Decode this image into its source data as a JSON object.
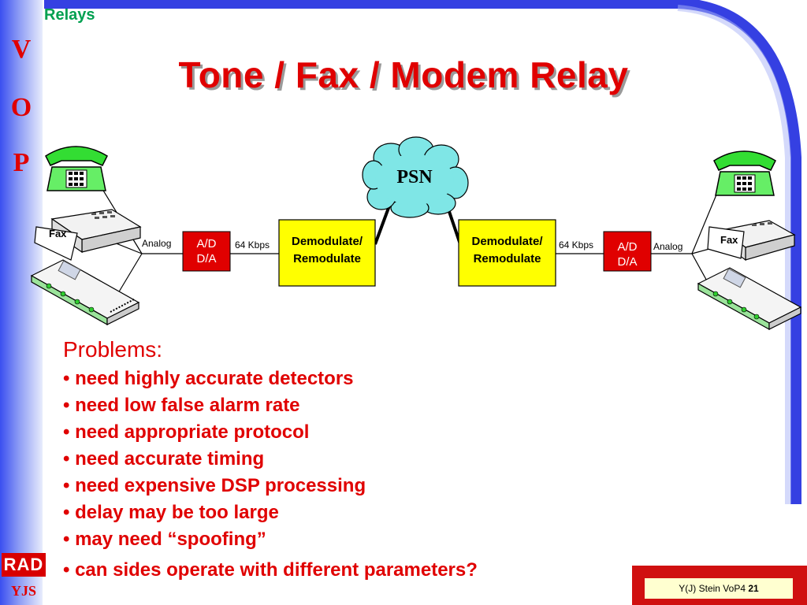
{
  "sidebar": {
    "letters": [
      "V",
      "O",
      "P"
    ]
  },
  "header": {
    "section": "Relays",
    "title": "Tone / Fax / Modem Relay"
  },
  "diagram": {
    "cloud_label": "PSN",
    "left": {
      "fax_label": "Fax",
      "analog_label": "Analog",
      "adc_line1": "A/D",
      "adc_line2": "D/A",
      "rate_label": "64 Kbps",
      "box_line1": "Demodulate/",
      "box_line2": "Remodulate"
    },
    "right": {
      "fax_label": "Fax",
      "analog_label": "Analog",
      "adc_line1": "A/D",
      "adc_line2": "D/A",
      "rate_label": "64 Kbps",
      "box_line1": "Demodulate/",
      "box_line2": "Remodulate"
    }
  },
  "problems": {
    "heading": "Problems:",
    "items": [
      "• need highly accurate detectors",
      "• need low false alarm rate",
      "• need appropriate protocol",
      "• need accurate timing",
      "• need expensive DSP processing",
      "• delay may be too large",
      "• may need “spoofing”"
    ],
    "last_item": "• can sides operate with different parameters?"
  },
  "footer": {
    "logo": "RAD",
    "initials": "YJS",
    "text": "Y(J) Stein  VoP4",
    "page": "21"
  },
  "colors": {
    "title_red": "#e00000",
    "section_green": "#00a050",
    "box_yellow": "#ffff00",
    "adc_red": "#e00000",
    "cloud_cyan": "#7fe6e6"
  }
}
